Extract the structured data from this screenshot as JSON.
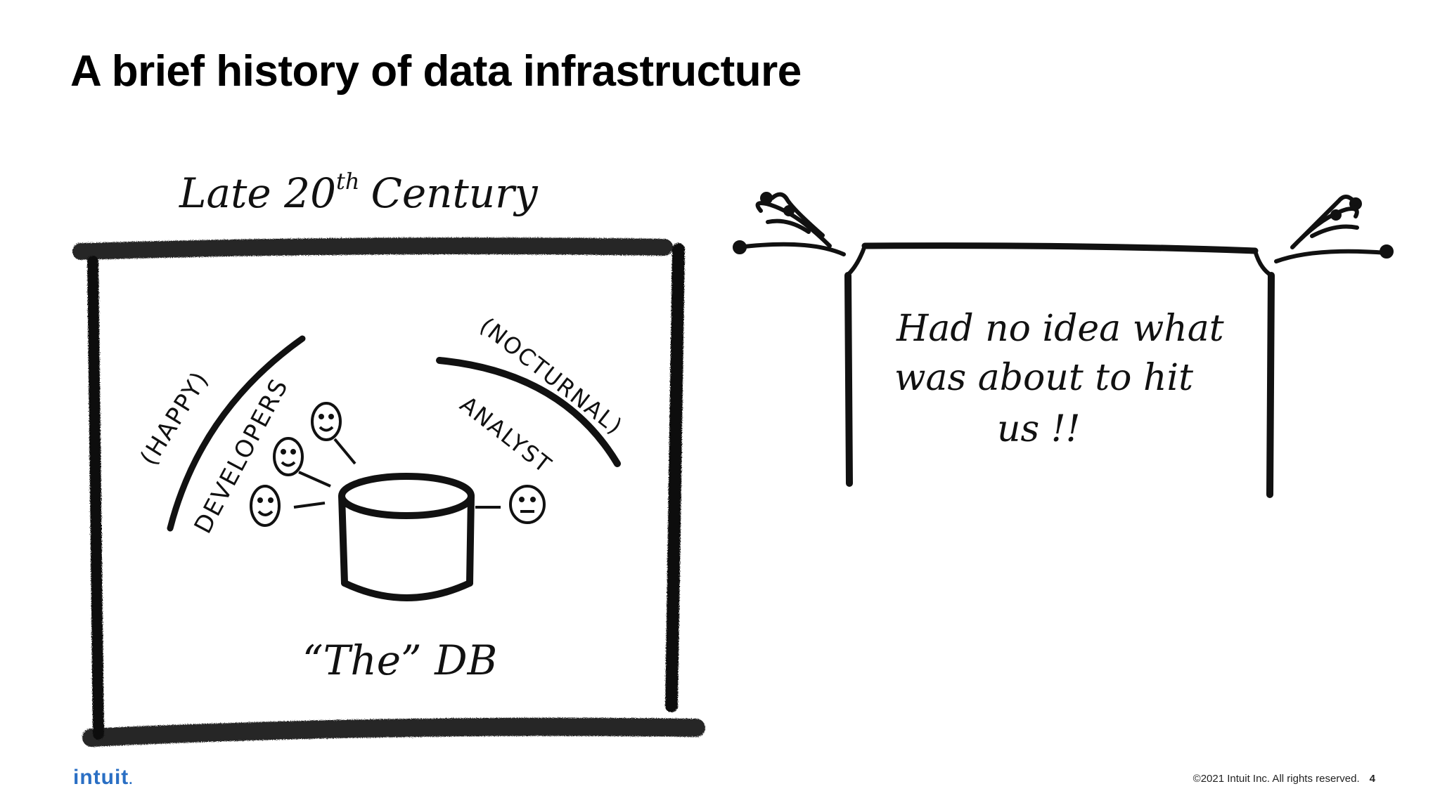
{
  "slide": {
    "title": "A brief history of data infrastructure",
    "page_number": "4",
    "copyright": "©2021 Intuit Inc. All rights reserved.",
    "logo_text": "intuit"
  },
  "sketch_left": {
    "heading": "Late 20th Century",
    "heading_base": "Late 20",
    "heading_sup": "th",
    "heading_tail": "Century",
    "happy_label": "(HAPPY)",
    "developers_label": "DEVELOPERS",
    "nocturnal_label": "(NOCTURNAL)",
    "analyst_label": "ANALYST",
    "db_label": "“The” DB"
  },
  "sketch_right": {
    "line1": "Had no idea what",
    "line2": "was about to hit",
    "line3": "us !!"
  },
  "colors": {
    "ink": "#111111",
    "logo": "#2a6fc4"
  }
}
